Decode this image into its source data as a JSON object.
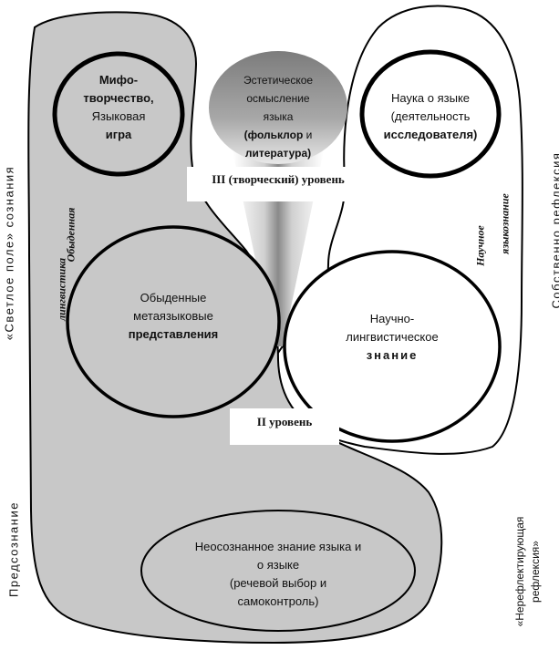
{
  "diagram": {
    "nodes": {
      "myth": {
        "line1": "Мифо-",
        "line2": "творчество,",
        "line3": "Языковая",
        "line4": "игра"
      },
      "aesthetic": {
        "line1": "Эстетическое",
        "line2": "осмысление",
        "line3": "языка",
        "line4a": "(фольклор",
        "line4b": " и",
        "line5": "литература)"
      },
      "science": {
        "line1": "Наука о языке",
        "line2": "(деятельность",
        "line3": "исследователя)"
      },
      "everyday": {
        "line1": "Обыденные",
        "line2": "метаязыковые",
        "line3": "представления"
      },
      "scientific": {
        "line1": "Научно-",
        "line2": "лингвистическое",
        "line3": "знание"
      },
      "unconscious": {
        "line1": "Неосознанное знание языка и",
        "line2": "о языке",
        "line3": "(речевой выбор и",
        "line4": "самоконтроль)"
      }
    },
    "levels": {
      "level3": "III (творческий) уровень",
      "level2": "II уровень"
    },
    "regions": {
      "everyday_ling_a": "Обыденная",
      "everyday_ling_b": "лингвистика",
      "scientific_ling_a": "Научное",
      "scientific_ling_b": "языкознание"
    },
    "side_labels": {
      "left_top": "«Светлое поле» сознания",
      "left_bottom": "Предсознание",
      "right_top": "Собственно рефлексия",
      "right_bottom_a": "«Нерефлектирующая",
      "right_bottom_b": "рефлексия»"
    },
    "colors": {
      "fill_gray": "#c8c8c8",
      "outline": "#000000",
      "cone_dark": "#7a7a7a"
    }
  }
}
